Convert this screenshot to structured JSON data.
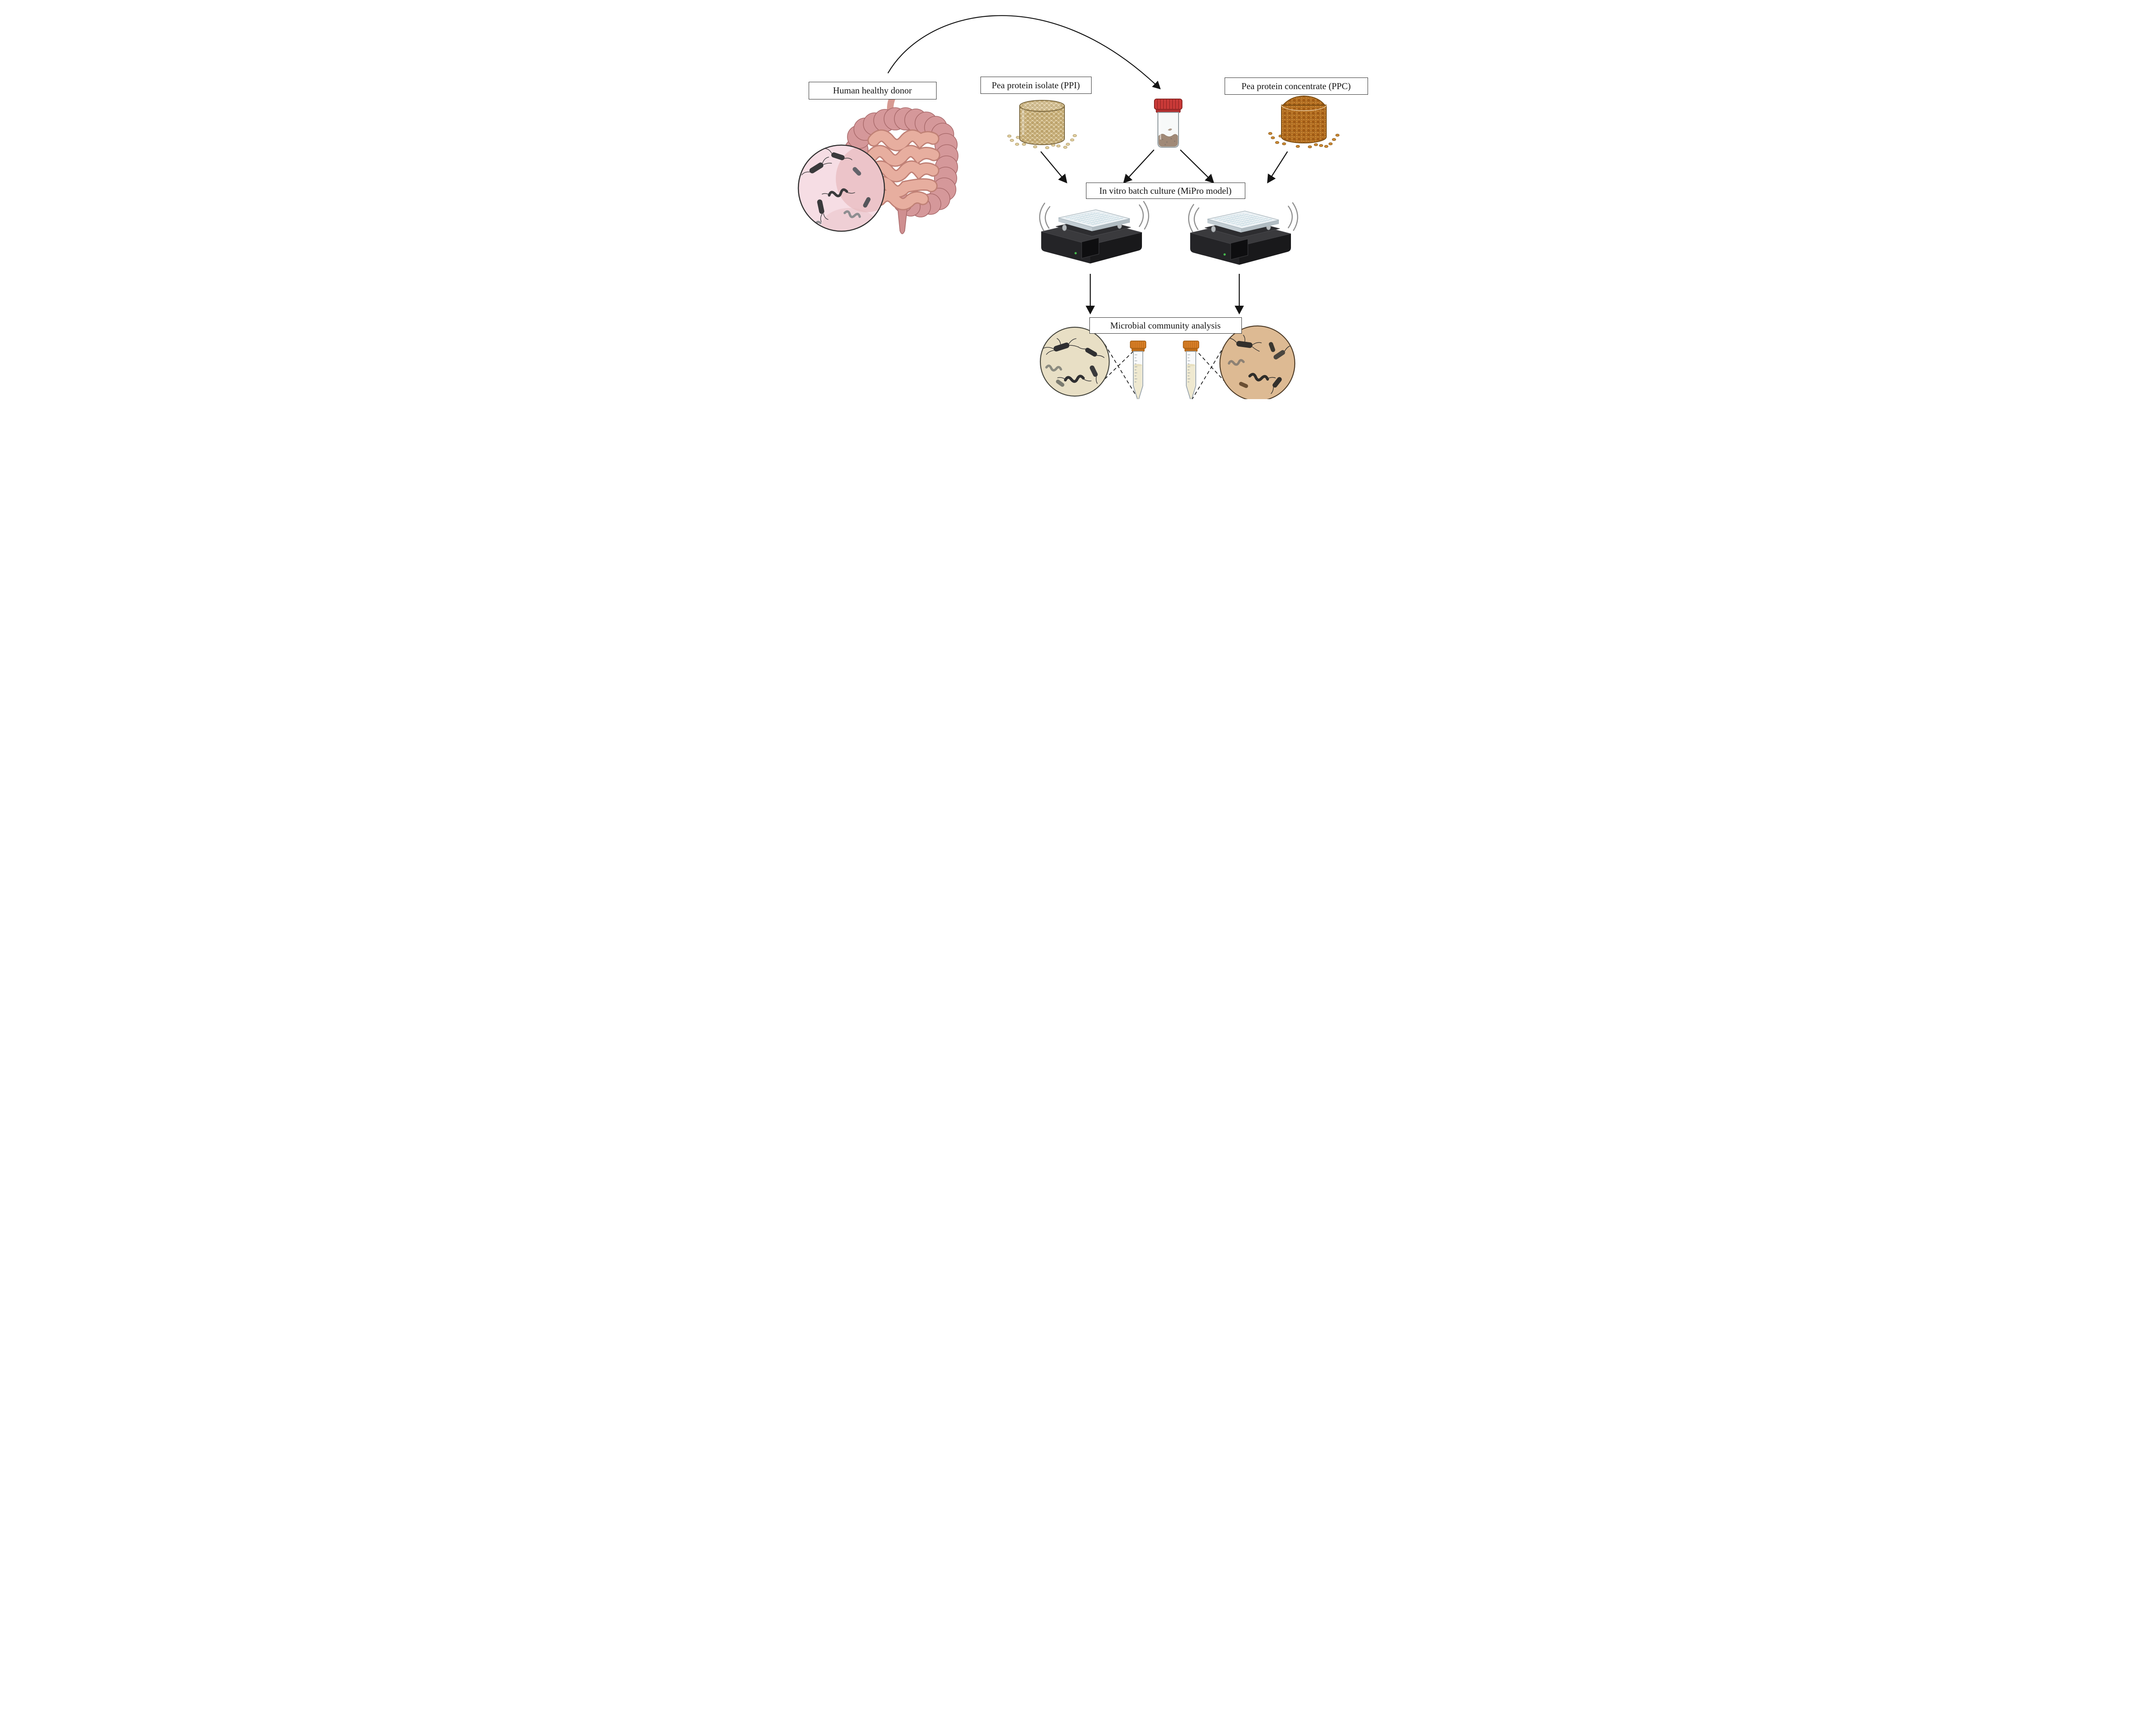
{
  "figure": {
    "type": "experimental-workflow-diagram",
    "labels": {
      "donor": "Human healthy donor",
      "ppi": "Pea protein isolate (PPI)",
      "ppc": "Pea protein concentrate (PPC)",
      "batch_culture": "In vitro batch culture (MiPro model)",
      "analysis": "Microbial community analysis"
    },
    "illustrations": [
      {
        "name": "intestine-illustration",
        "desc": "human large and small intestine"
      },
      {
        "name": "gut-microbes-magnifier",
        "desc": "magnified circle of gut bacteria"
      },
      {
        "name": "ppi-container",
        "desc": "container of pea protein isolate granules"
      },
      {
        "name": "fecal-sample-jar",
        "desc": "specimen jar with red lid containing stool sample"
      },
      {
        "name": "ppc-container",
        "desc": "container of pea protein concentrate granules"
      },
      {
        "name": "microplate-shaker-left",
        "desc": "96-well microplate on shaker"
      },
      {
        "name": "microplate-shaker-right",
        "desc": "96-well microplate on shaker"
      },
      {
        "name": "analysis-microbes-left",
        "desc": "magnified microbial community"
      },
      {
        "name": "analysis-microbes-right",
        "desc": "magnified microbial community"
      },
      {
        "name": "sample-tube-left",
        "desc": "conical tube with culture sample"
      },
      {
        "name": "sample-tube-right",
        "desc": "conical tube with culture sample"
      }
    ],
    "colors": {
      "background": "#ffffff",
      "label_border": "#2b2b2b",
      "intestine_large": "#d5989a",
      "intestine_small": "#e7ae9f",
      "magnifier_bg": "#f6dde4",
      "ppi_granule": "#d9c598",
      "ppc_granule": "#c9832f",
      "jar_lid": "#cb3a38",
      "sample_brown": "#6f4527",
      "shaker_body": "#232325",
      "plate_well": "#cfe3ea",
      "tube_cap": "#dd8128",
      "tube_liquid": "#f0e5bd",
      "analysis_left_bg": "#e8dfc5",
      "analysis_right_bg": "#ddba93",
      "arrow": "#141414"
    }
  }
}
